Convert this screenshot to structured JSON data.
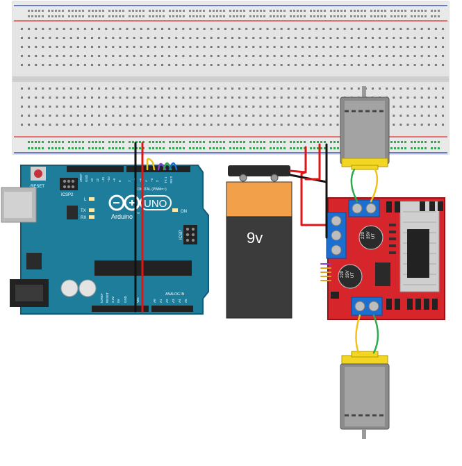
{
  "colors": {
    "board_blue": "#1f7d9c",
    "board_dark": "#17637d",
    "driver_red": "#d7262b",
    "terminal_blue": "#1a6fd1",
    "motor_yellow": "#f3d623",
    "battery_orange": "#f3a04a",
    "battery_dark": "#3b3b3b",
    "wire_red": "#e01515",
    "wire_black": "#111111",
    "wire_green": "#2fa84f",
    "wire_yellow": "#f2c21a",
    "rail_red": "#e34a4a",
    "rail_blue": "#3a57c8",
    "breadboard": "#e6e6e6"
  },
  "arduino": {
    "reset_label": "RESET",
    "icsp2_label": "ICSP2",
    "l_label": "L",
    "tx_label": "TX",
    "rx_label": "RX",
    "brand_text": "Arduino",
    "tm_text": "TM",
    "model_text": "UNO",
    "on_label": "ON",
    "icsp_label": "ICSP",
    "digital_label": "DIGITAL (PWM=~)",
    "analog_label": "ANALOG IN",
    "aref_label": "AREF",
    "gnd_label": "GND",
    "pin_13": "13",
    "pin_12": "12",
    "pin_11": "~11",
    "pin_10": "~10",
    "pin_9": "~9",
    "pin_8": "8",
    "pin_7": "7",
    "pin_6": "~6",
    "pin_5": "~5",
    "pin_4": "4",
    "pin_3": "~3",
    "pin_2": "2",
    "tx_pin": "TX 1",
    "rx_pin": "RX 0",
    "pwr_ioref": "IOREF",
    "pwr_reset": "RESET",
    "pwr_33v": "3.3V",
    "pwr_5v": "5V",
    "pwr_gnd": "GND",
    "pwr_vin": "VIN",
    "a0": "A0",
    "a1": "A1",
    "a2": "A2",
    "a3": "A3",
    "a4": "A4",
    "a5": "A5"
  },
  "battery": {
    "label": "9v"
  },
  "driver": {
    "cap_top_value": "220",
    "cap_top_voltage": "35V",
    "cap_top_series": "UT",
    "cap_bottom_value": "220",
    "cap_bottom_voltage": "35V",
    "cap_bottom_series": "UT"
  }
}
